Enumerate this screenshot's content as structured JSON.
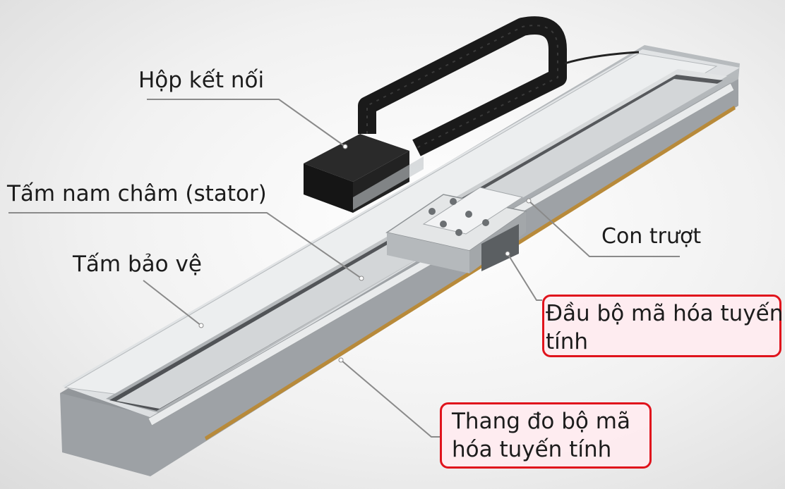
{
  "callouts": {
    "junction_box": "Hộp kết nối",
    "magnet_plate": "Tấm nam châm (stator)",
    "cover_plate": "Tấm bảo vệ",
    "slider": "Con trượt",
    "encoder_head": {
      "line1": "Đầu bộ mã hóa tuyến",
      "line2": "tính"
    },
    "encoder_scale": {
      "line1": "Thang đo bộ mã",
      "line2": "hóa tuyến tính"
    }
  },
  "colors": {
    "highlight_border": "#e0131c",
    "highlight_fill": "#ffebf0",
    "leader_line": "#8a8a8a",
    "rail_body": "#c7cbce",
    "cable_carrier": "#1a1a1a",
    "encoder_scale_strip": "#b88a3a"
  }
}
